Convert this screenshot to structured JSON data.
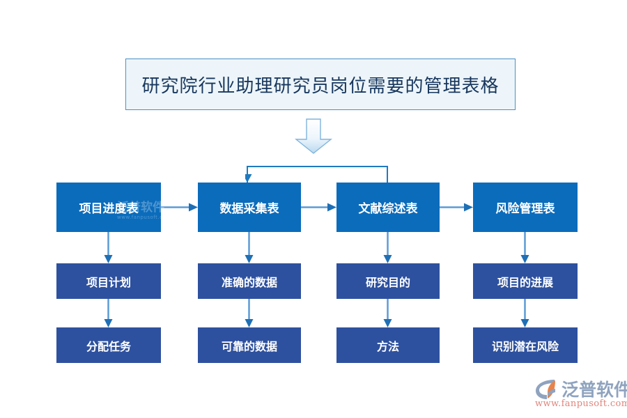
{
  "title": {
    "text": "研究院行业助理研究员岗位需要的管理表格"
  },
  "colors": {
    "title_fill": "#edf5fa",
    "title_border": "#4a90c4",
    "title_text": "#17365d",
    "row1_fill": "#0b6cbc",
    "row2_fill": "#2e519f",
    "connector": "#5b9bd5",
    "arrowhead": "#1f6fb5",
    "logo_text": "#8fa3bf",
    "logo_url": "#e0857c",
    "logo_accent": "#e8834a"
  },
  "icons": {
    "big_down_arrow": "down-arrow-icon",
    "logo_mark": "fanpu-logo-icon"
  },
  "columns": [
    {
      "key": "col1",
      "row1": "项目进度表",
      "row2": "项目计划",
      "row3": "分配任务"
    },
    {
      "key": "col2",
      "row1": "数据采集表",
      "row2": "准确的数据",
      "row3": "可靠的数据"
    },
    {
      "key": "col3",
      "row1": "文献综述表",
      "row2": "研究目的",
      "row3": "方法"
    },
    {
      "key": "col4",
      "row1": "风险管理表",
      "row2": "项目的进展",
      "row3": "识别潜在风险"
    }
  ],
  "watermark": {
    "brand": "泛普软件",
    "sub": "www.fanpusoft.com"
  },
  "logo": {
    "brand": "泛普软件",
    "url": "www.fanpusoft.com"
  }
}
